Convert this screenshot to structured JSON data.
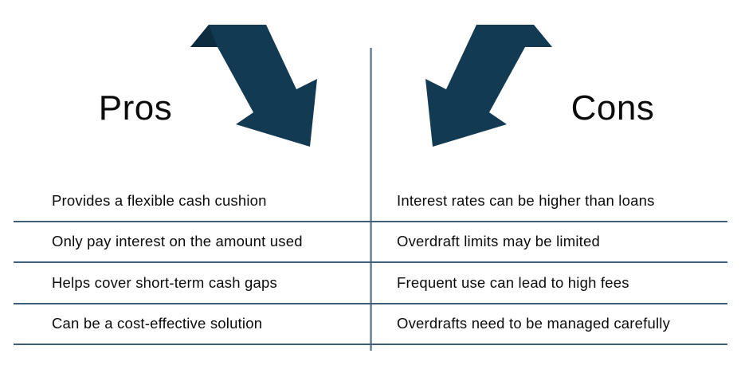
{
  "colors": {
    "arrow": "#123a52",
    "arrow_fold": "#0d2c3f",
    "divider": "#7e93a3",
    "row_line": "#3e5e79",
    "text": "#0b0b0b"
  },
  "columns": {
    "pros": {
      "label": "Pros",
      "items": [
        "Provides a flexible cash cushion",
        "Only pay interest on the amount used",
        "Helps cover short-term cash gaps",
        "Can be a cost-effective solution"
      ]
    },
    "cons": {
      "label": "Cons",
      "items": [
        "Interest rates can be higher than loans",
        "Overdraft limits may be limited",
        "Frequent use can lead to high fees",
        "Overdrafts need to be managed carefully"
      ]
    }
  },
  "icons": {
    "left_arrow": "down-right-arrow",
    "right_arrow": "down-left-arrow"
  }
}
